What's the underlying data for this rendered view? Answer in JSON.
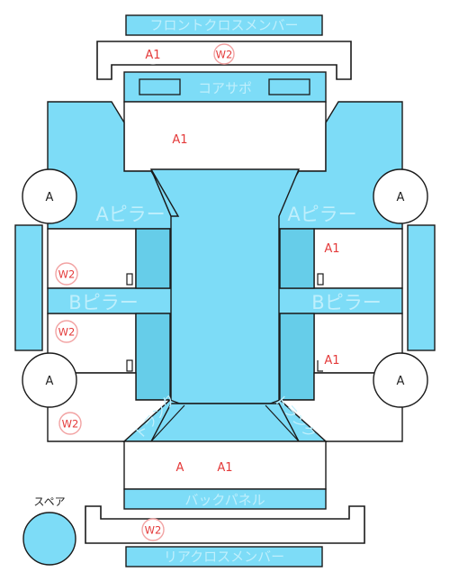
{
  "colors": {
    "panel": "#7ddcf7",
    "panel_dark": "#66cde9",
    "label": "#bfeffc",
    "mark": "#e43a3a",
    "ring": "#f2a3a3",
    "line": "#1a1a1a"
  },
  "labels": {
    "front_cross_member": "フロントクロスメンバー",
    "radiator_support": "コアサポ",
    "a_pillar": "Aピラー",
    "b_pillar": "Bピラー",
    "back_panel": "バックパネル",
    "rear_cross_member": "リアクロスメンバー",
    "trunk_left": "トランク",
    "trunk_right": "トランク",
    "spare": "スペア"
  },
  "marks": {
    "front_a1": "A1",
    "front_w2": "W2",
    "engine_a1": "A1",
    "left_front_w2": "W2",
    "left_rear_w2": "W2",
    "left_bottom_w2": "W2",
    "right_front_a1": "A1",
    "right_rear_a1": "A1",
    "rear_a": "A",
    "rear_a1": "A1",
    "rear_w2": "W2"
  },
  "wheels": {
    "front_left": "A",
    "front_right": "A",
    "rear_left": "A",
    "rear_right": "A"
  }
}
